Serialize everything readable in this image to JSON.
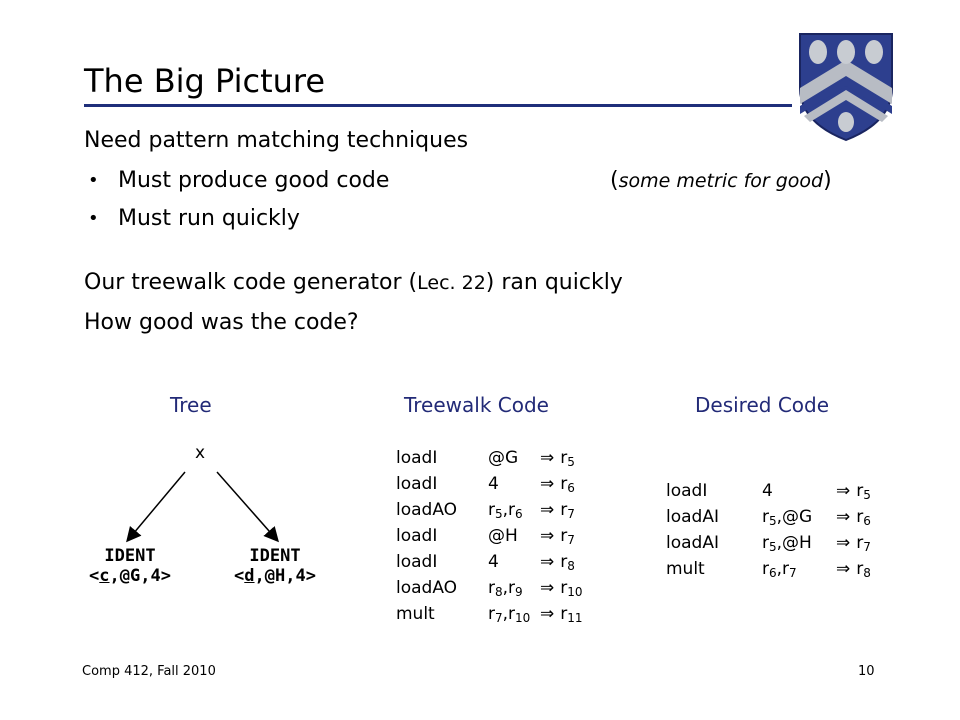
{
  "slide": {
    "title": "The Big Picture",
    "line1": "Need pattern matching techniques",
    "bullet1": "Must produce good code",
    "bullet1_note_pre": "(",
    "bullet1_note": "some metric for good",
    "bullet1_note_post": ")",
    "bullet2": "Must run quickly",
    "line2_pre": "Our treewalk code generator (",
    "line2_ref": "Lec. 22",
    "line2_post": ") ran quickly",
    "line3": "How good was the code?",
    "bullet_glyph": "•"
  },
  "columns": {
    "tree": "Tree",
    "treewalk": "Treewalk Code",
    "desired": "Desired Code"
  },
  "tree": {
    "root": "x",
    "left_label": "IDENT",
    "left_lt": "<",
    "left_u": "c",
    "left_rest": ",@G,4>",
    "right_label": "IDENT",
    "right_lt": "<",
    "right_u": "d",
    "right_rest": ",@H,4>"
  },
  "treewalk_code": [
    {
      "op": "loadI",
      "a": "@G",
      "b": "",
      "arrow": "⇒",
      "t": "r",
      "ts": "5"
    },
    {
      "op": "loadI",
      "a": "4",
      "b": "",
      "arrow": "⇒",
      "t": "r",
      "ts": "6"
    },
    {
      "op": "loadAO",
      "a": "r",
      "as": "5",
      "b": "r",
      "bs": "6",
      "arrow": "⇒",
      "t": "r",
      "ts": "7"
    },
    {
      "op": "loadI",
      "a": "@H",
      "b": "",
      "arrow": "⇒",
      "t": "r",
      "ts": "7"
    },
    {
      "op": "loadI",
      "a": "4",
      "b": "",
      "arrow": "⇒",
      "t": "r",
      "ts": "8"
    },
    {
      "op": "loadAO",
      "a": "r",
      "as": "8",
      "b": "r",
      "bs": "9",
      "arrow": "⇒",
      "t": "r",
      "ts": "10"
    },
    {
      "op": "mult",
      "a": "r",
      "as": "7",
      "b": "r",
      "bs": "10",
      "arrow": "⇒",
      "t": "r",
      "ts": "11"
    }
  ],
  "desired_code": [
    {
      "op": "loadI",
      "a": "4",
      "b": "",
      "arrow": "⇒",
      "t": "r",
      "ts": "5"
    },
    {
      "op": "loadAI",
      "a": "r",
      "as": "5",
      "b": "@G",
      "arrow": "⇒",
      "t": "r",
      "ts": "6"
    },
    {
      "op": "loadAI",
      "a": "r",
      "as": "5",
      "b": "@H",
      "arrow": "⇒",
      "t": "r",
      "ts": "7"
    },
    {
      "op": "mult",
      "a": "r",
      "as": "6",
      "b": "r",
      "bs": "7",
      "arrow": "⇒",
      "t": "r",
      "ts": "8"
    }
  ],
  "footer": {
    "left": "Comp 412, Fall 2010",
    "page": "10"
  },
  "colors": {
    "rule": "#1f2f7a",
    "shield_blue": "#2d3f8e",
    "shield_gray": "#9aa0a8"
  }
}
